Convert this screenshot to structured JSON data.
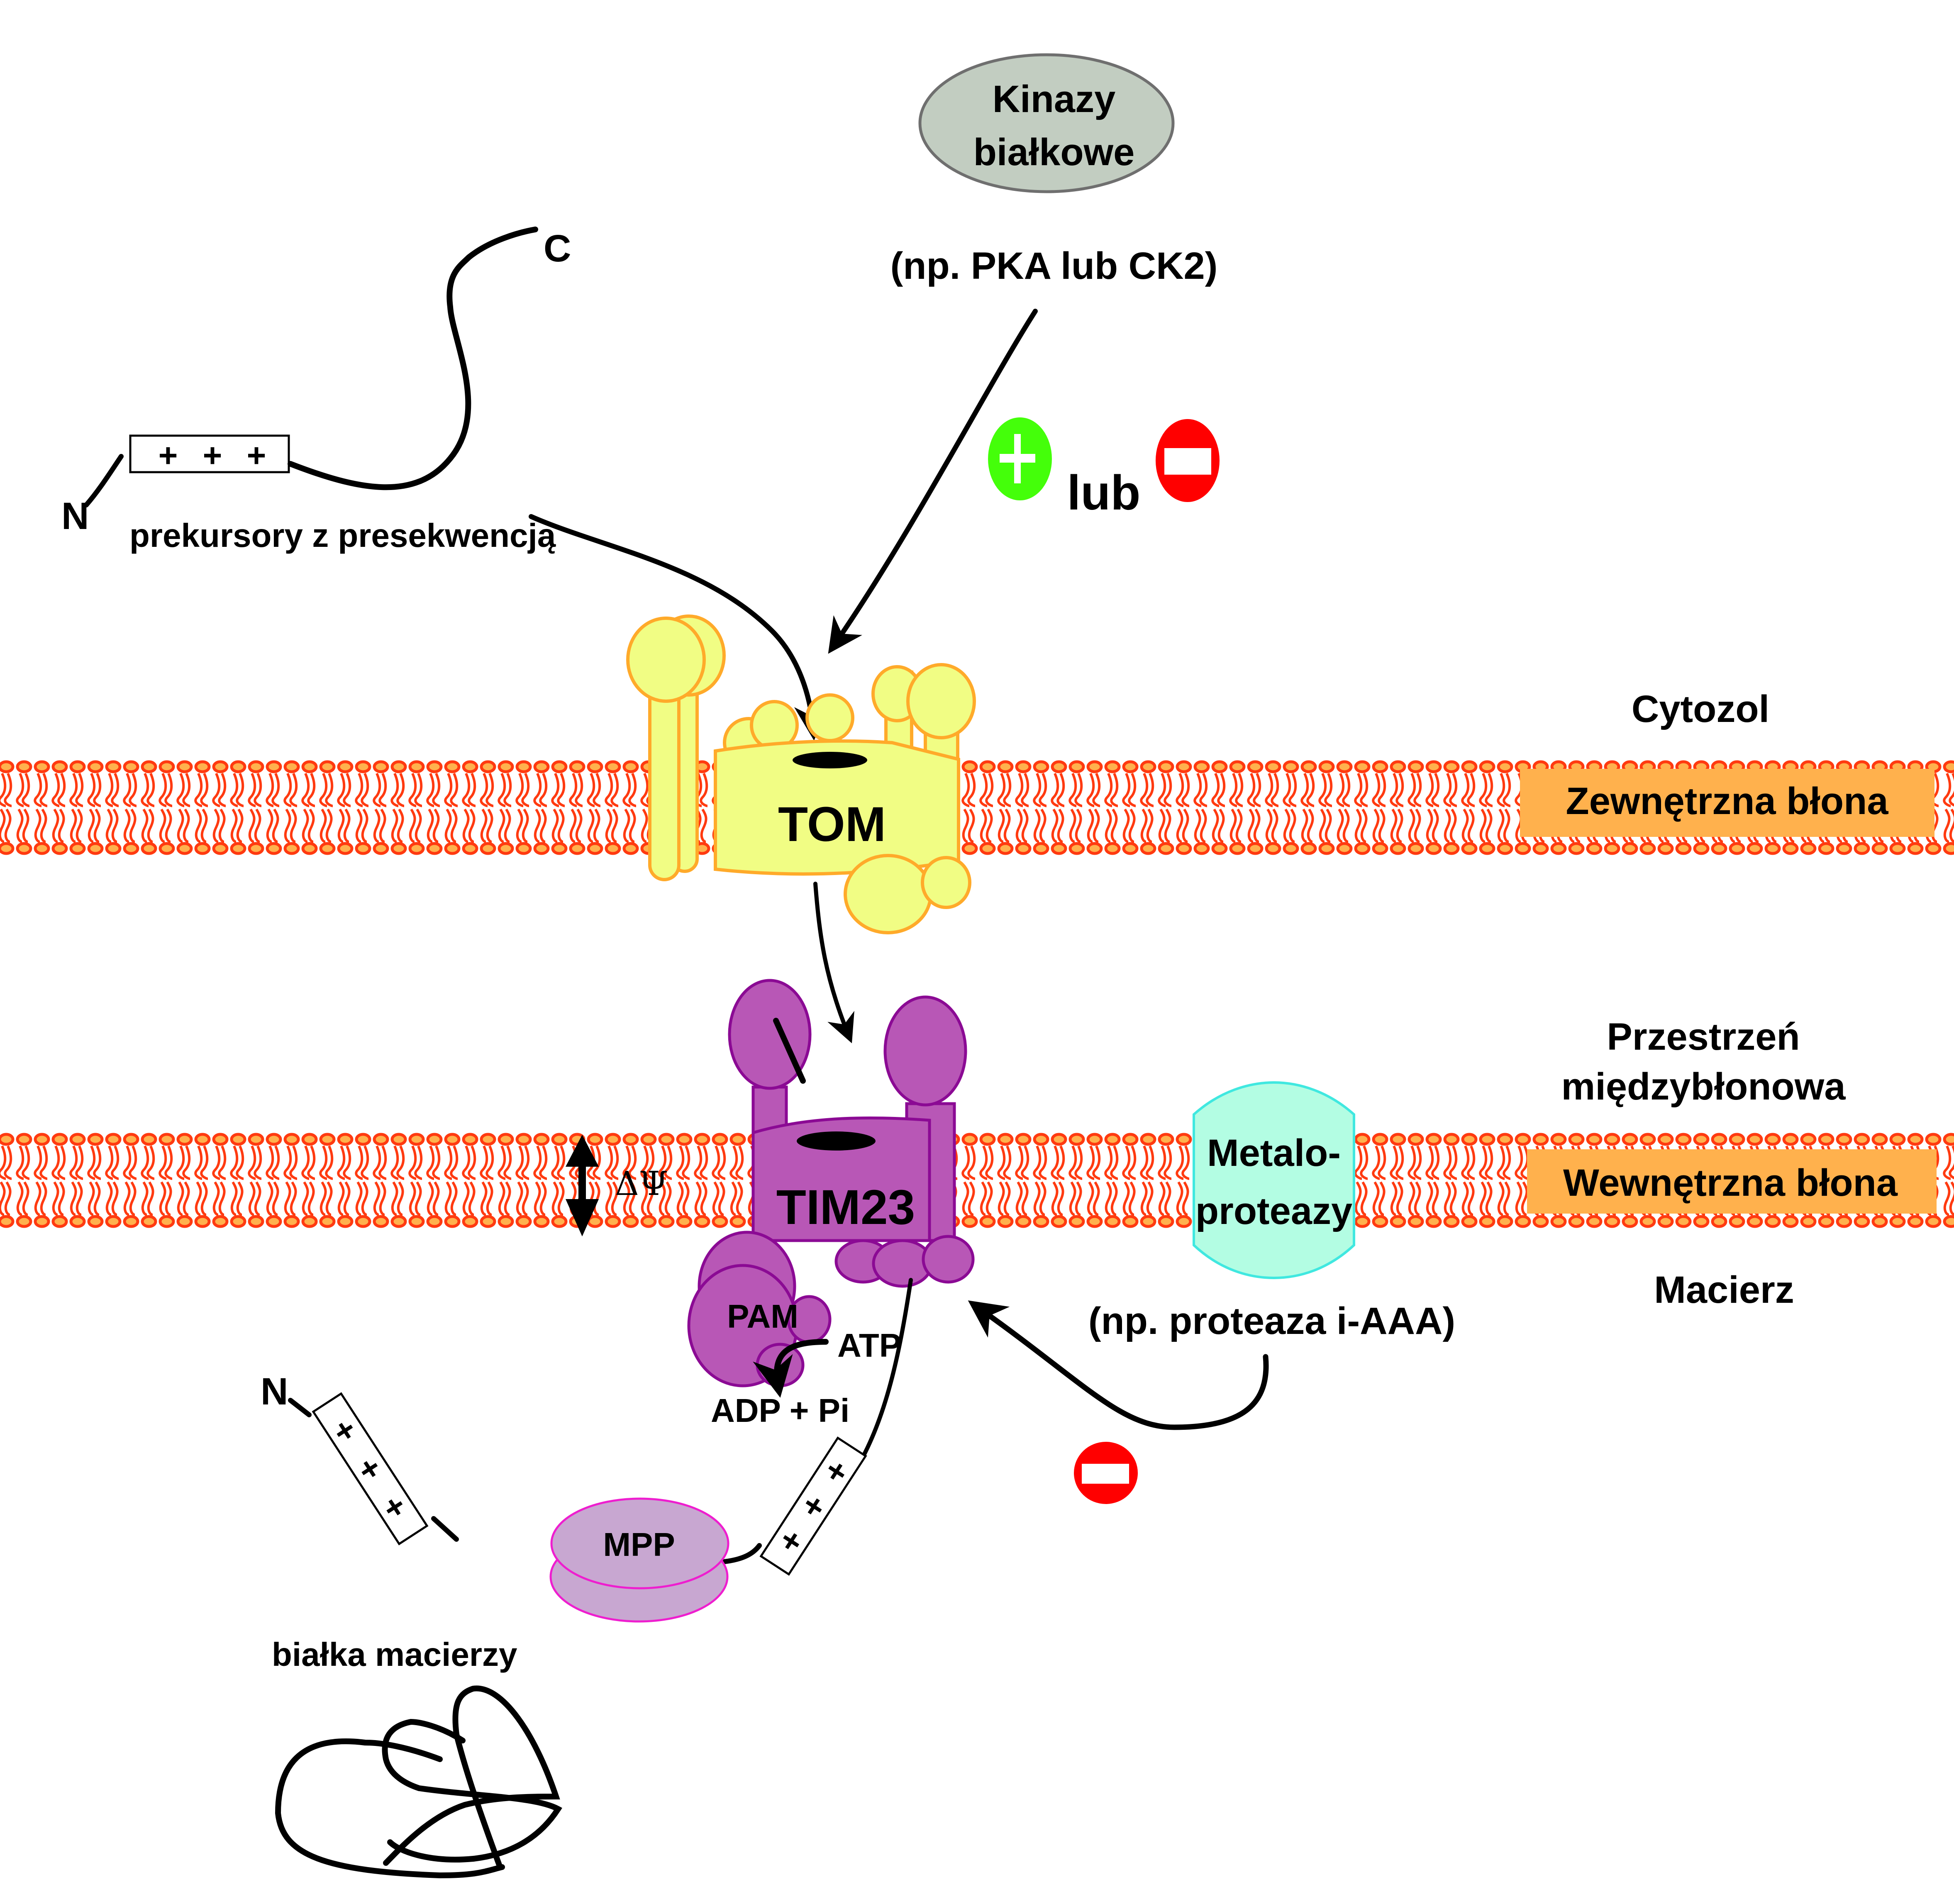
{
  "figure": {
    "title": "Mitochondrial presequence import pathway (TOM / TIM23)",
    "colors": {
      "kinase_fill": "#c2cdc1",
      "kinase_stroke": "#6f6f6f",
      "tom_fill": "#f1fd84",
      "tom_stroke": "#ffaa2a",
      "tim_fill": "#b857b6",
      "tim_stroke": "#8b0a94",
      "metalloprotease_fill": "#b3fde3",
      "metalloprotease_stroke": "#40e8e0",
      "mpp_fill": "#c8a7d1",
      "mpp_stroke": "#ee1ecf",
      "membrane_head": "#ffb14d",
      "membrane_tail": "#ff3a10",
      "membrane_label_box": "#ffb14d",
      "activate_sign": "#44ff0a",
      "inhibit_sign": "#ff0000"
    }
  },
  "kinases": {
    "name_line1": "Kinazy",
    "name_line2": "białkowe",
    "example": "(np. PKA lub CK2)"
  },
  "regulation": {
    "activate_icon": "plus-circle-icon",
    "connector": "lub",
    "inhibit_icon": "minus-circle-icon"
  },
  "precursor": {
    "n_terminus": "N",
    "c_terminus": "C",
    "presequence_charges": [
      "+",
      "+",
      "+"
    ],
    "label": "prekursory z presekwencją"
  },
  "compartments": {
    "cytosol": "Cytozol",
    "outer_membrane": "Zewnętrzna błona",
    "intermembrane_space_line1": "Przestrzeń",
    "intermembrane_space_line2": "międzybłonowa",
    "inner_membrane": "Wewnętrzna błona",
    "matrix": "Macierz"
  },
  "complexes": {
    "tom": "TOM",
    "tim23": "TIM23",
    "pam": "PAM",
    "mpp": "MPP",
    "metalloprotease_line1": "Metalo-",
    "metalloprotease_line2": "proteazy",
    "metalloprotease_example": "(np. proteaza i-AAA)"
  },
  "energetics": {
    "membrane_potential": "ΔΨ",
    "atp": "ATP",
    "adp_pi": "ADP + Pi"
  },
  "cleaved": {
    "n_terminus": "N",
    "presequence_charges": [
      "+",
      "+",
      "+"
    ],
    "matrix_protein_label": "białka macierzy"
  },
  "inhibition": {
    "protease_effect_icon": "minus-circle-icon"
  }
}
